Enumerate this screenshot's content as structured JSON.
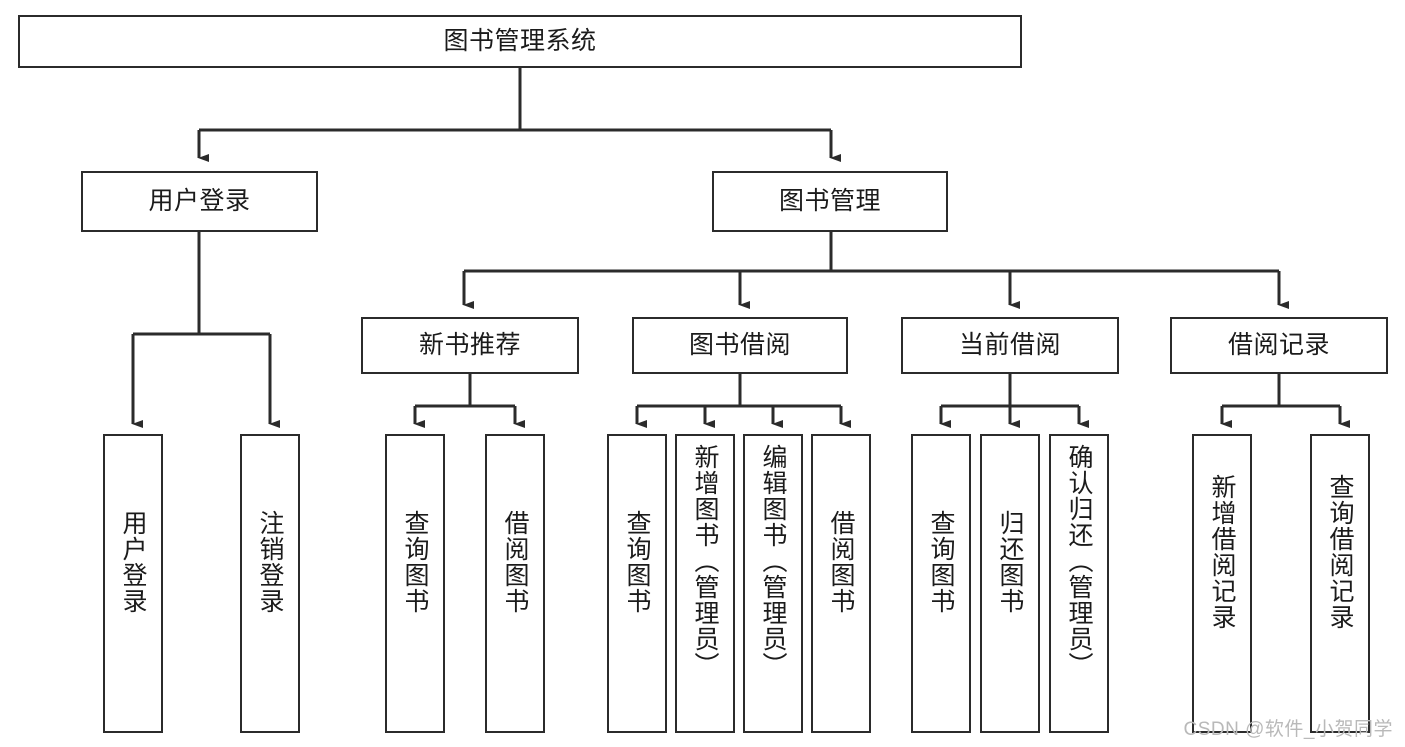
{
  "diagram": {
    "type": "tree",
    "title": "图书管理系统",
    "root": {
      "label": "图书管理系统"
    },
    "level2": [
      {
        "label": "用户登录"
      },
      {
        "label": "图书管理"
      }
    ],
    "level3": [
      {
        "label": "新书推荐"
      },
      {
        "label": "图书借阅"
      },
      {
        "label": "当前借阅"
      },
      {
        "label": "借阅记录"
      }
    ],
    "leaves": {
      "user_login": [
        {
          "label": "用户登录"
        },
        {
          "label": "注销登录"
        }
      ],
      "new_book_recommend": [
        {
          "label": "查询图书"
        },
        {
          "label": "借阅图书"
        }
      ],
      "book_borrow": [
        {
          "label": "查询图书"
        },
        {
          "label": "新增图书（管理员）"
        },
        {
          "label": "编辑图书（管理员）"
        },
        {
          "label": "借阅图书"
        }
      ],
      "current_borrow": [
        {
          "label": "查询图书"
        },
        {
          "label": "归还图书"
        },
        {
          "label": "确认归还（管理员）"
        }
      ],
      "borrow_record": [
        {
          "label": "新增借阅记录"
        },
        {
          "label": "查询借阅记录"
        }
      ]
    }
  },
  "watermark": {
    "text": "CSDN @软件_小贺同学"
  },
  "colors": {
    "stroke": "#2b2b2b",
    "text": "#1b1b1b",
    "background": "#ffffff",
    "watermark": "#b9b9b9"
  }
}
